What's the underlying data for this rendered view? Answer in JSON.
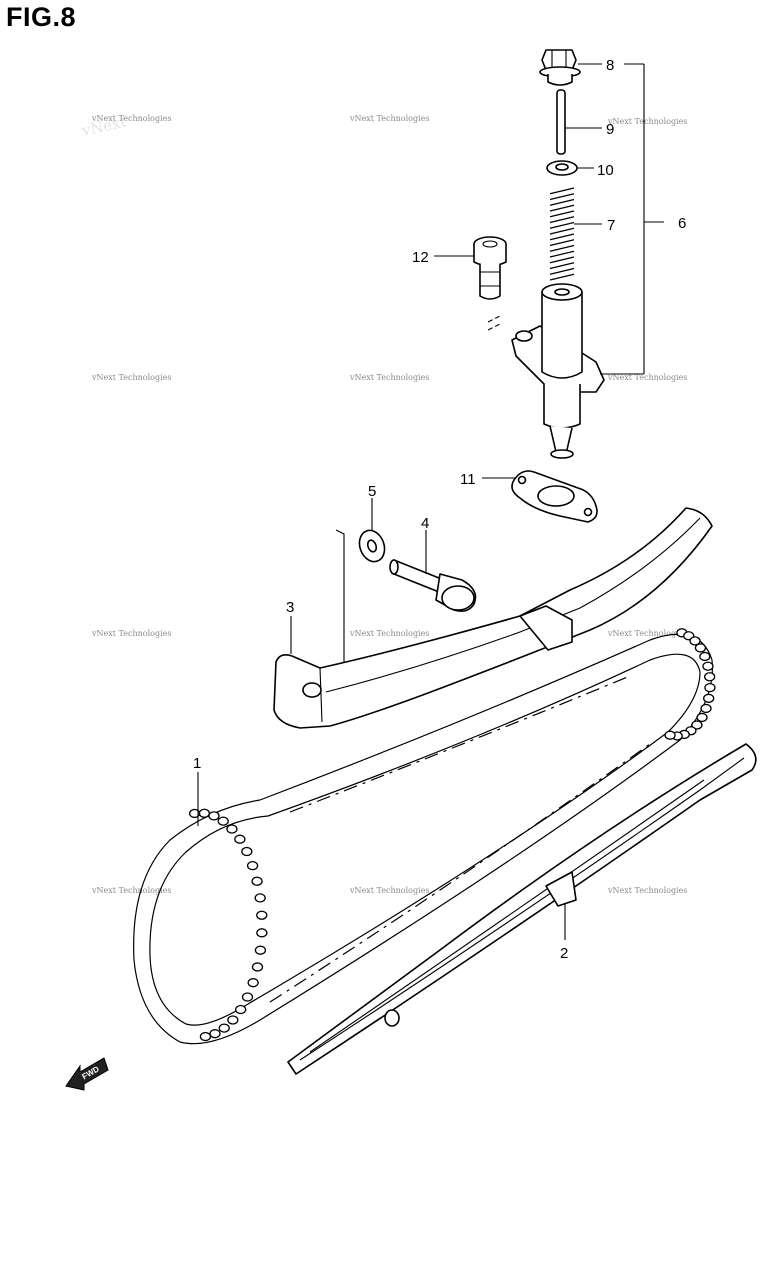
{
  "figure": {
    "title": "FIG.8"
  },
  "callouts": [
    {
      "num": "1",
      "part": "chain"
    },
    {
      "num": "2",
      "part": "chain-guide"
    },
    {
      "num": "3",
      "part": "tensioner-guide"
    },
    {
      "num": "4",
      "part": "guide-bolt"
    },
    {
      "num": "5",
      "part": "washer"
    },
    {
      "num": "6",
      "part": "tensioner-assembly"
    },
    {
      "num": "7",
      "part": "spring"
    },
    {
      "num": "8",
      "part": "cap-bolt"
    },
    {
      "num": "9",
      "part": "push-rod"
    },
    {
      "num": "10",
      "part": "gasket-washer"
    },
    {
      "num": "11",
      "part": "tensioner-gasket"
    },
    {
      "num": "12",
      "part": "bolt"
    }
  ],
  "watermark": {
    "text": "vNext Technologies"
  },
  "fwd_arrow": {
    "label": "FWD"
  }
}
